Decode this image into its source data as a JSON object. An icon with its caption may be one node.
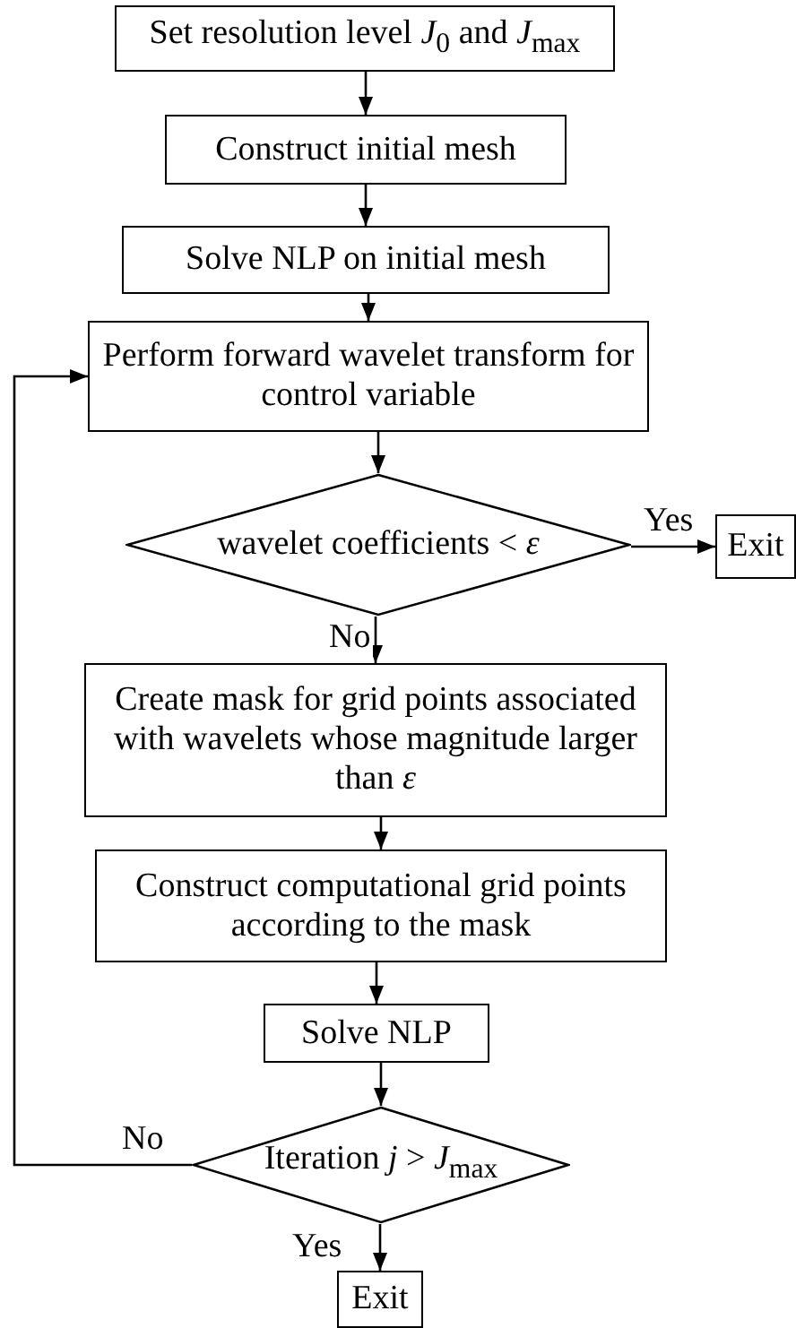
{
  "diagram": {
    "nodes": [
      {
        "text": [
          "Set resolution level *J*$_{0}$ and *J*$_{max}$"
        ]
      },
      {
        "text": [
          "Construct initial mesh"
        ]
      },
      {
        "text": [
          "Solve NLP on initial mesh"
        ]
      },
      {
        "text": [
          "Perform forward wavelet transform for control variable"
        ]
      },
      {
        "text": [
          "wavelet coefficients < *ε*"
        ]
      },
      {
        "text": [
          "Exit"
        ]
      },
      {
        "text": [
          "Create mask for grid points associated with wavelets whose magnitude larger than *ε*"
        ]
      },
      {
        "text": [
          "Construct computational grid points according to the mask"
        ]
      },
      {
        "text": [
          "Solve NLP"
        ]
      },
      {
        "text": [
          "Iteration *j* > *J*$_{max}$"
        ]
      },
      {
        "text": [
          "Exit"
        ]
      }
    ],
    "edges": [
      {
        "from": 0,
        "to": 1,
        "arrow": "to"
      },
      {
        "from": 1,
        "to": 2,
        "arrow": "to"
      },
      {
        "from": 2,
        "to": 3,
        "arrow": "to"
      },
      {
        "from": 3,
        "to": 4,
        "arrow": "to"
      },
      {
        "from": 4,
        "to": 5,
        "arrow": "to",
        "label": "Yes"
      },
      {
        "from": 4,
        "to": 6,
        "arrow": "to",
        "label": "No"
      },
      {
        "from": 6,
        "to": 7,
        "arrow": "to"
      },
      {
        "from": 7,
        "to": 8,
        "arrow": "to"
      },
      {
        "from": 8,
        "to": 9,
        "arrow": "to"
      },
      {
        "from": 9,
        "to": 3,
        "arrow": "to",
        "label": "No"
      },
      {
        "from": 9,
        "to": 10,
        "arrow": "to",
        "label": "Yes"
      }
    ]
  }
}
